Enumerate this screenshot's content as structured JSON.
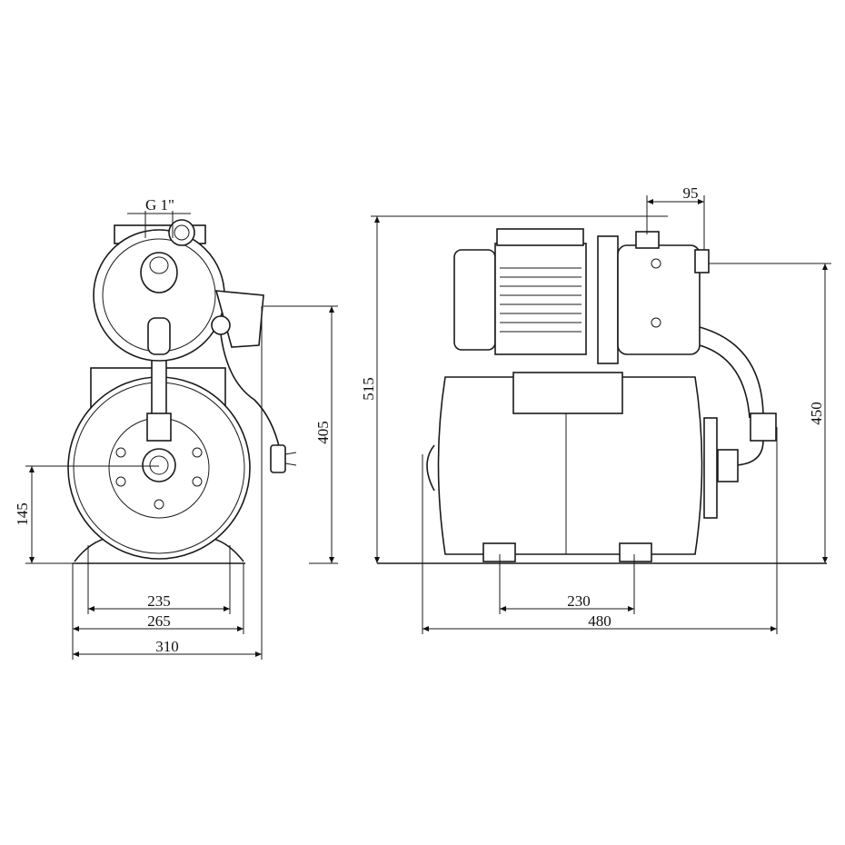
{
  "front_view": {
    "thread_label": "G 1\"",
    "dim_height_outlet": "405",
    "dim_height_inlet": "145",
    "dim_width_235": "235",
    "dim_width_265": "265",
    "dim_width_310": "310"
  },
  "side_view": {
    "dim_total_height": "515",
    "dim_outlet_offset": "95",
    "dim_outlet_height": "450",
    "dim_feet_spacing": "230",
    "dim_total_length": "480"
  }
}
